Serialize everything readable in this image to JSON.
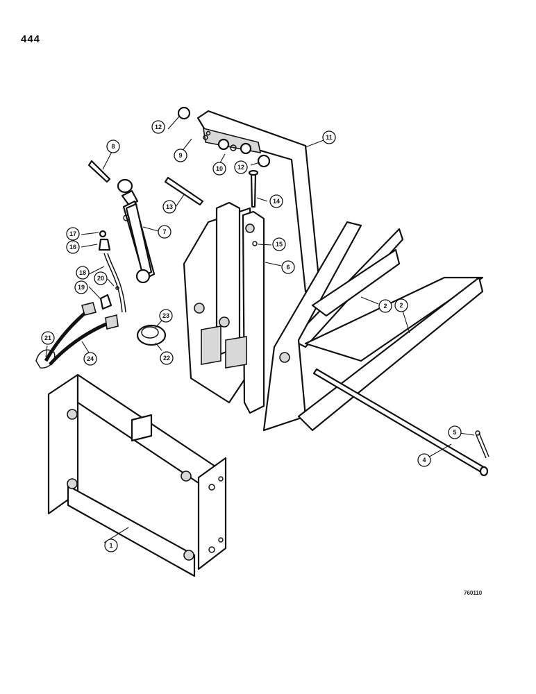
{
  "page_number": "444",
  "drawing_code": "760110",
  "callouts": [
    {
      "label": "1"
    },
    {
      "label": "2"
    },
    {
      "label": "2"
    },
    {
      "label": "4"
    },
    {
      "label": "5"
    },
    {
      "label": "6"
    },
    {
      "label": "7"
    },
    {
      "label": "8"
    },
    {
      "label": "9"
    },
    {
      "label": "10"
    },
    {
      "label": "11"
    },
    {
      "label": "12"
    },
    {
      "label": "12"
    },
    {
      "label": "13"
    },
    {
      "label": "14"
    },
    {
      "label": "15"
    },
    {
      "label": "16"
    },
    {
      "label": "17"
    },
    {
      "label": "18"
    },
    {
      "label": "19"
    },
    {
      "label": "20"
    },
    {
      "label": "21"
    },
    {
      "label": "22"
    },
    {
      "label": "23"
    },
    {
      "label": "24"
    }
  ]
}
